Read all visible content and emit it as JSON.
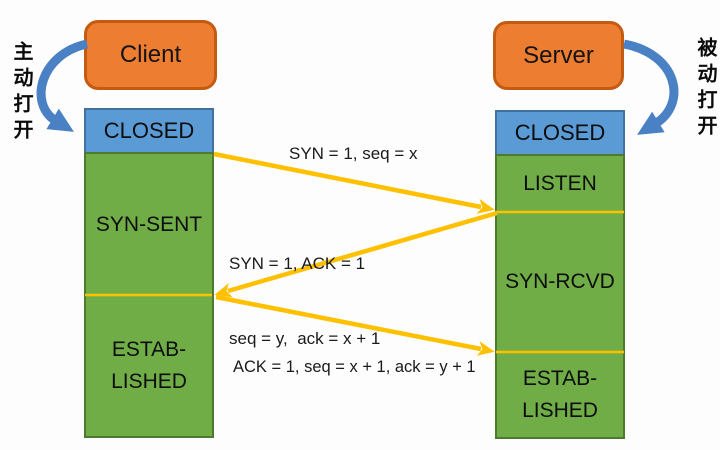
{
  "diagram": {
    "nodes": {
      "client": "Client",
      "server": "Server"
    },
    "side_labels": {
      "left": "主动打开",
      "right": "被动打开"
    },
    "client_timeline": {
      "closed": "CLOSED",
      "syn_sent": "SYN-SENT",
      "established_line1": "ESTAB-",
      "established_line2": "LISHED"
    },
    "server_timeline": {
      "closed": "CLOSED",
      "listen": "LISTEN",
      "syn_rcvd": "SYN-RCVD",
      "established_line1": "ESTAB-",
      "established_line2": "LISHED"
    },
    "messages": {
      "syn": "SYN = 1, seq = x",
      "synack_line1": "SYN = 1, ACK = 1",
      "synack_line2": "seq = y,  ack = x + 1",
      "ack": "ACK = 1, seq = x + 1, ack = y + 1"
    },
    "colors": {
      "node_fill": "#ED7D31",
      "node_border": "#C55A11",
      "closed_fill": "#5B9BD5",
      "closed_border": "#41719C",
      "state_fill": "#70AD47",
      "state_border": "#4E7A30",
      "message_arrow": "#FFC000",
      "open_arrow": "#4A80C4"
    }
  }
}
